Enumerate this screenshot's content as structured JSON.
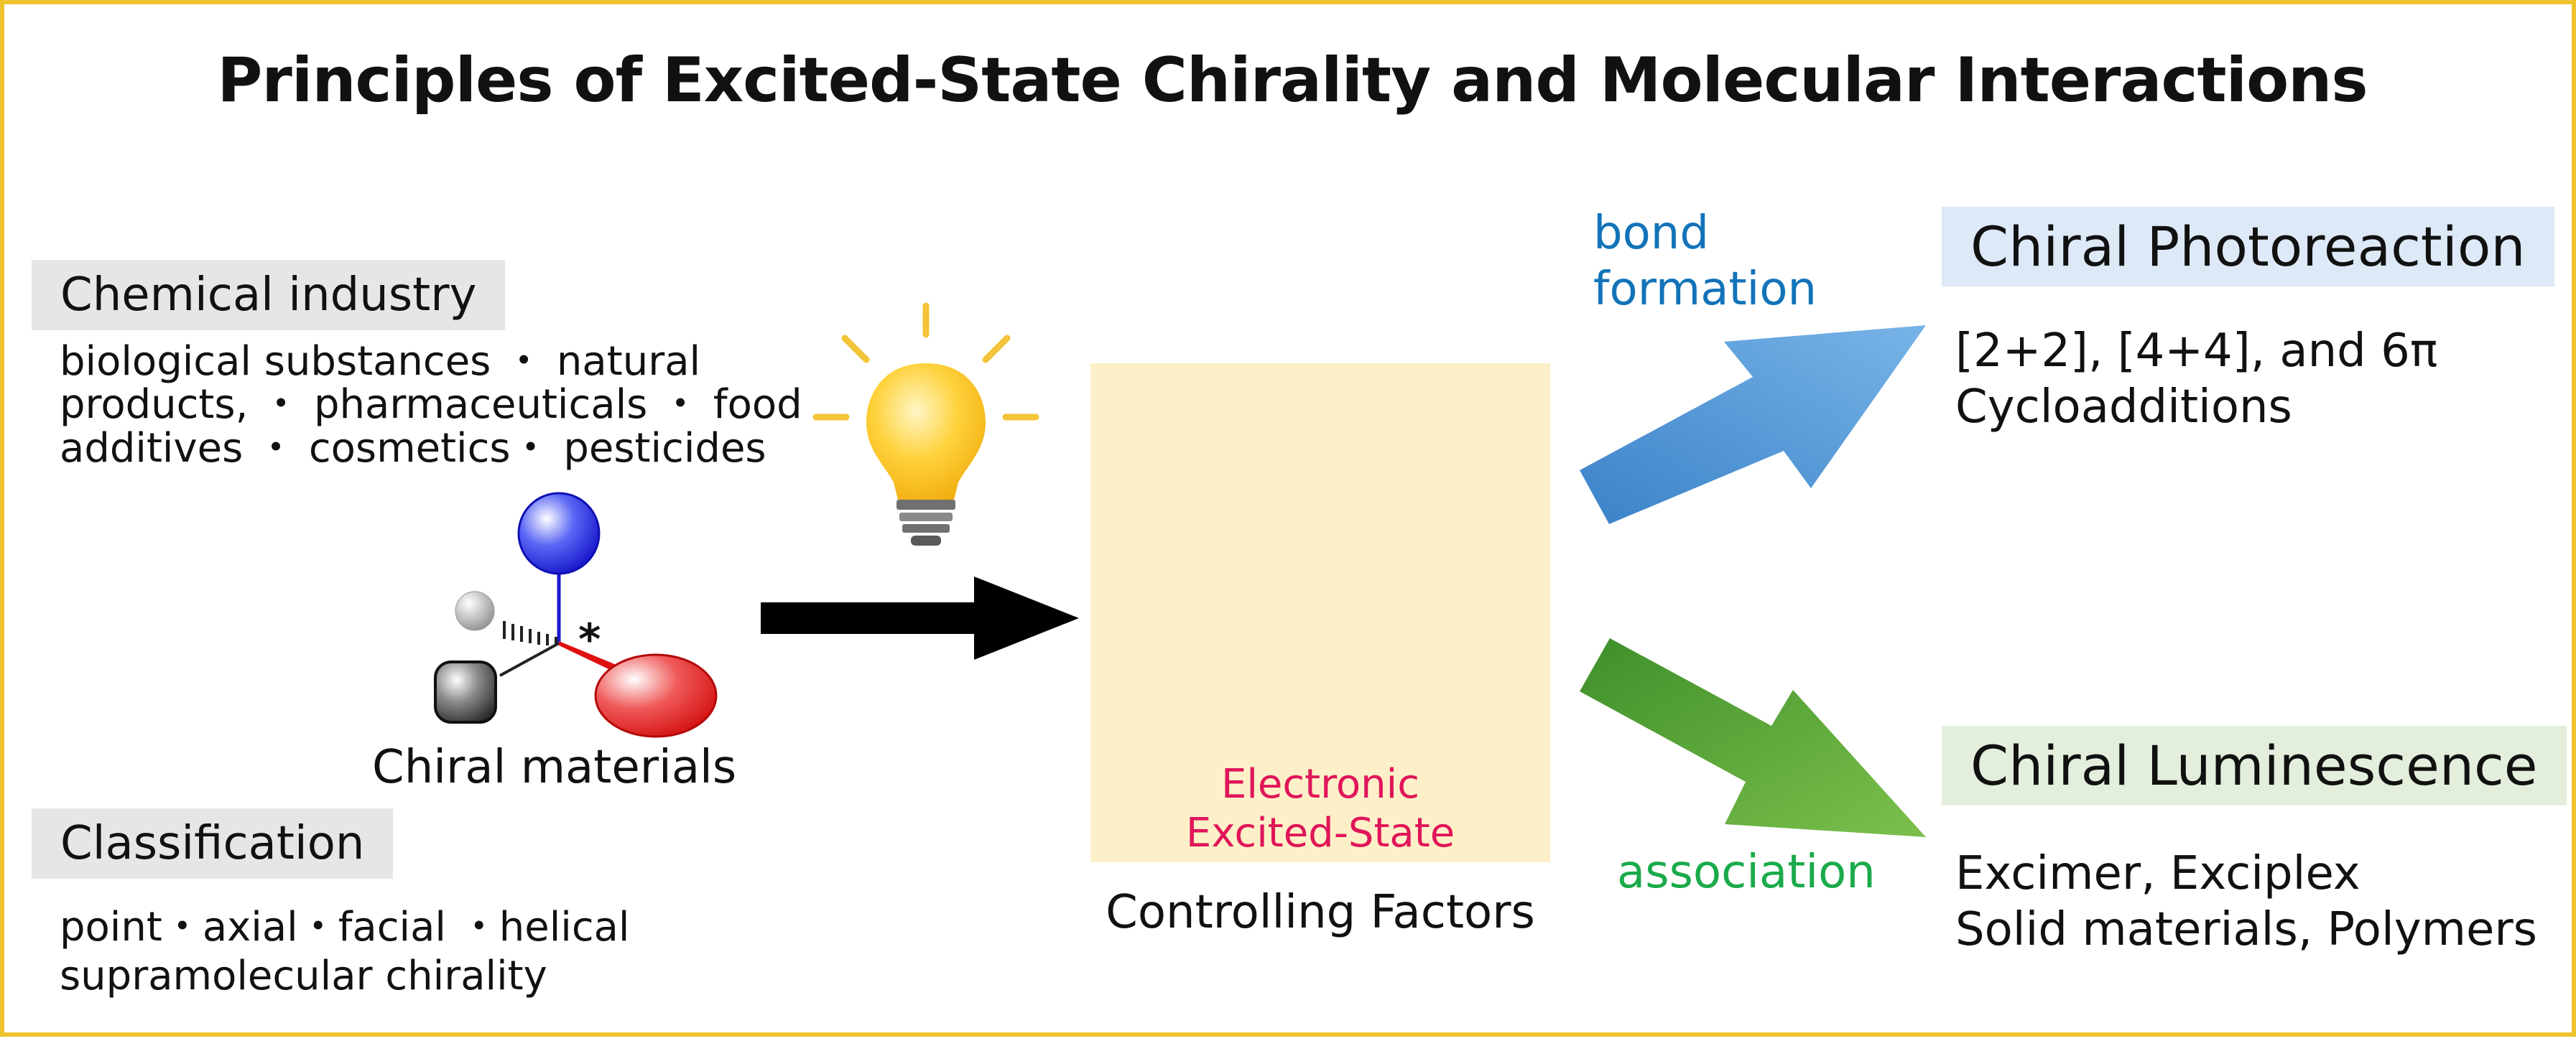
{
  "title": "Principles of Excited-State Chirality and Molecular Interactions",
  "left": {
    "industry_header": "Chemical industry",
    "industry_lines": [
      "biological substances ・ natural",
      "products, ・ pharmaceuticals ・ food",
      "additives ・ cosmetics・ pesticides"
    ],
    "molecule_caption": "Chiral materials",
    "classification_header": "Classification",
    "classification_lines": [
      "point・axial・facial ・helical",
      "supramolecular chirality"
    ]
  },
  "center": {
    "excited_lines": [
      "Electronic",
      "Excited-State"
    ],
    "caption": "Controlling Factors"
  },
  "arrows": {
    "top_label_lines": [
      "bond",
      "formation"
    ],
    "bottom_label": "association"
  },
  "right": {
    "photoreaction_header": "Chiral Photoreaction",
    "photoreaction_lines": [
      "[2+2], [4+4], and 6π",
      "Cycloadditions"
    ],
    "luminescence_header": "Chiral Luminescence",
    "luminescence_lines": [
      "Excimer, Exciplex",
      "Solid materials, Polymers"
    ]
  },
  "stereocenter_mark": "*",
  "colors": {
    "frame": "#f0c330",
    "panel": "#fdf0c8",
    "excited_text": "#e0155a",
    "bond_formation_text": "#1273b9",
    "association_text": "#1aaa4a",
    "photoreaction_box": "#dde9f6",
    "luminescence_box": "#e3efdc",
    "blue_arrow": "#5a9fdc",
    "green_arrow": "#5aaa3c"
  }
}
